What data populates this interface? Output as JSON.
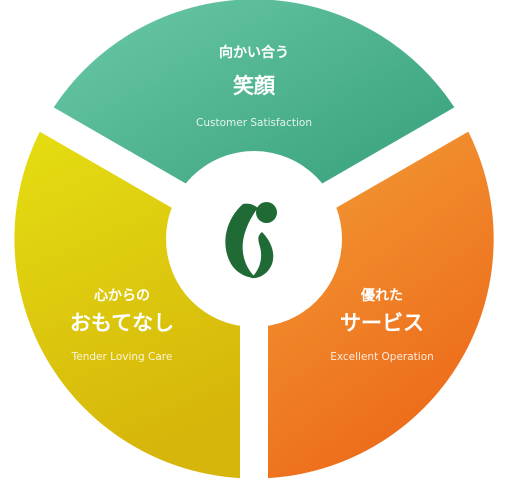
{
  "segments": [
    {
      "small": "向かい合う",
      "big": "笑顔",
      "english": "Customer Satisfaction",
      "gradient": [
        "#6ccaa8",
        "#2e9a72"
      ]
    },
    {
      "small": "心からの",
      "big": "おもてなし",
      "english": "Tender Loving Care",
      "gradient": [
        "#e5df12",
        "#d6b60a"
      ]
    },
    {
      "small": "優れた",
      "big": "サービス",
      "english": "Excellent Operation",
      "gradient": [
        "#f29a35",
        "#ec6416"
      ]
    }
  ],
  "colors": {
    "logo": "#1f6a35",
    "center": "#ffffff",
    "gap": "#ffffff"
  },
  "center_icon": "logo-mark-icon"
}
